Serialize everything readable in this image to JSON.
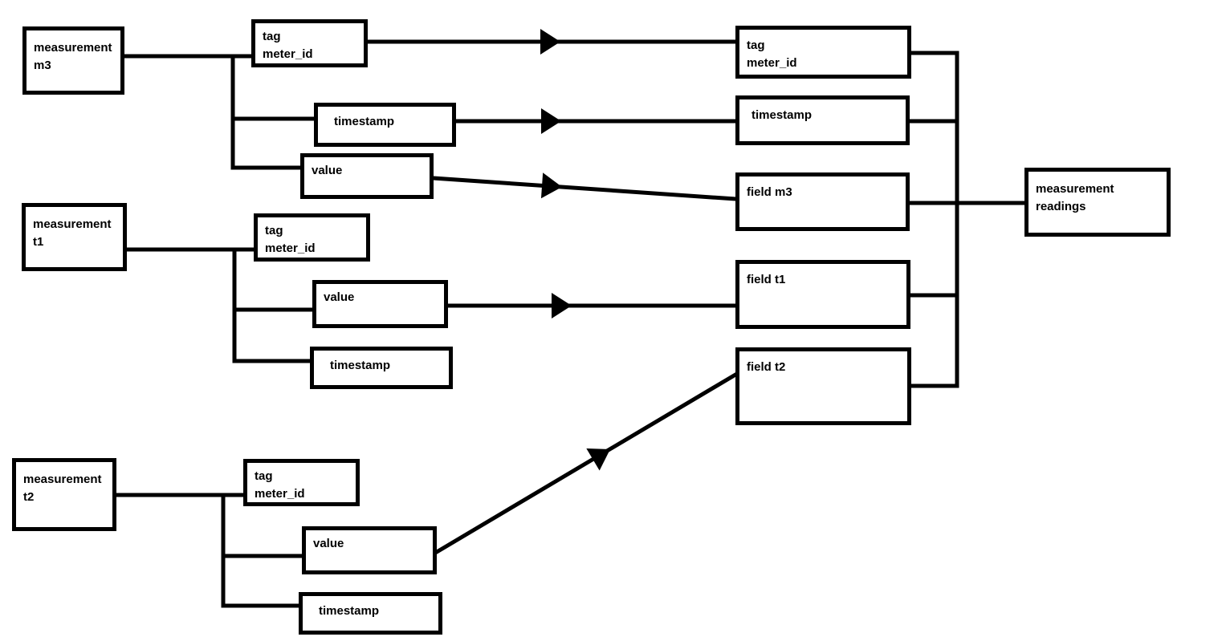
{
  "diagram": {
    "type": "schema-mapping",
    "colors": {
      "line": "#000000",
      "box_border": "#000000",
      "background": "#ffffff",
      "text": "#000000"
    },
    "nodes": {
      "measurement_m3": {
        "lines": [
          "measurement",
          "m3"
        ]
      },
      "tag_meter_id_m3": {
        "lines": [
          "tag",
          "meter_id"
        ]
      },
      "timestamp_m3": {
        "lines": [
          "timestamp"
        ]
      },
      "value_m3": {
        "lines": [
          "value"
        ]
      },
      "measurement_t1": {
        "lines": [
          "measurement",
          "t1"
        ]
      },
      "tag_meter_id_t1": {
        "lines": [
          "tag",
          "meter_id"
        ]
      },
      "value_t1": {
        "lines": [
          "value"
        ]
      },
      "timestamp_t1": {
        "lines": [
          "timestamp"
        ]
      },
      "measurement_t2": {
        "lines": [
          "measurement",
          "t2"
        ]
      },
      "tag_meter_id_t2": {
        "lines": [
          "tag",
          "meter_id"
        ]
      },
      "value_t2": {
        "lines": [
          "value"
        ]
      },
      "timestamp_t2": {
        "lines": [
          "timestamp"
        ]
      },
      "tag_meter_id_target": {
        "lines": [
          "tag",
          "meter_id"
        ]
      },
      "timestamp_target": {
        "lines": [
          "timestamp"
        ]
      },
      "field_m3": {
        "lines": [
          "field m3"
        ]
      },
      "field_t1": {
        "lines": [
          "field t1"
        ]
      },
      "field_t2": {
        "lines": [
          "field t2"
        ]
      },
      "measurement_readings": {
        "lines": [
          "measurement",
          "readings"
        ]
      }
    },
    "edges": [
      {
        "from": "measurement_m3",
        "to": "tag_meter_id_m3",
        "style": "line"
      },
      {
        "from": "measurement_m3",
        "to": "timestamp_m3",
        "style": "line"
      },
      {
        "from": "measurement_m3",
        "to": "value_m3",
        "style": "line"
      },
      {
        "from": "tag_meter_id_m3",
        "to": "tag_meter_id_target",
        "style": "arrow"
      },
      {
        "from": "timestamp_m3",
        "to": "timestamp_target",
        "style": "arrow"
      },
      {
        "from": "value_m3",
        "to": "field_m3",
        "style": "arrow"
      },
      {
        "from": "measurement_t1",
        "to": "tag_meter_id_t1",
        "style": "line"
      },
      {
        "from": "measurement_t1",
        "to": "value_t1",
        "style": "line"
      },
      {
        "from": "measurement_t1",
        "to": "timestamp_t1",
        "style": "line"
      },
      {
        "from": "value_t1",
        "to": "field_t1",
        "style": "arrow"
      },
      {
        "from": "measurement_t2",
        "to": "tag_meter_id_t2",
        "style": "line"
      },
      {
        "from": "measurement_t2",
        "to": "value_t2",
        "style": "line"
      },
      {
        "from": "measurement_t2",
        "to": "timestamp_t2",
        "style": "line"
      },
      {
        "from": "value_t2",
        "to": "field_t2",
        "style": "arrow"
      },
      {
        "from": "tag_meter_id_target",
        "to": "measurement_readings",
        "style": "line"
      },
      {
        "from": "timestamp_target",
        "to": "measurement_readings",
        "style": "line"
      },
      {
        "from": "field_m3",
        "to": "measurement_readings",
        "style": "line"
      },
      {
        "from": "field_t1",
        "to": "measurement_readings",
        "style": "line"
      },
      {
        "from": "field_t2",
        "to": "measurement_readings",
        "style": "line"
      }
    ]
  }
}
